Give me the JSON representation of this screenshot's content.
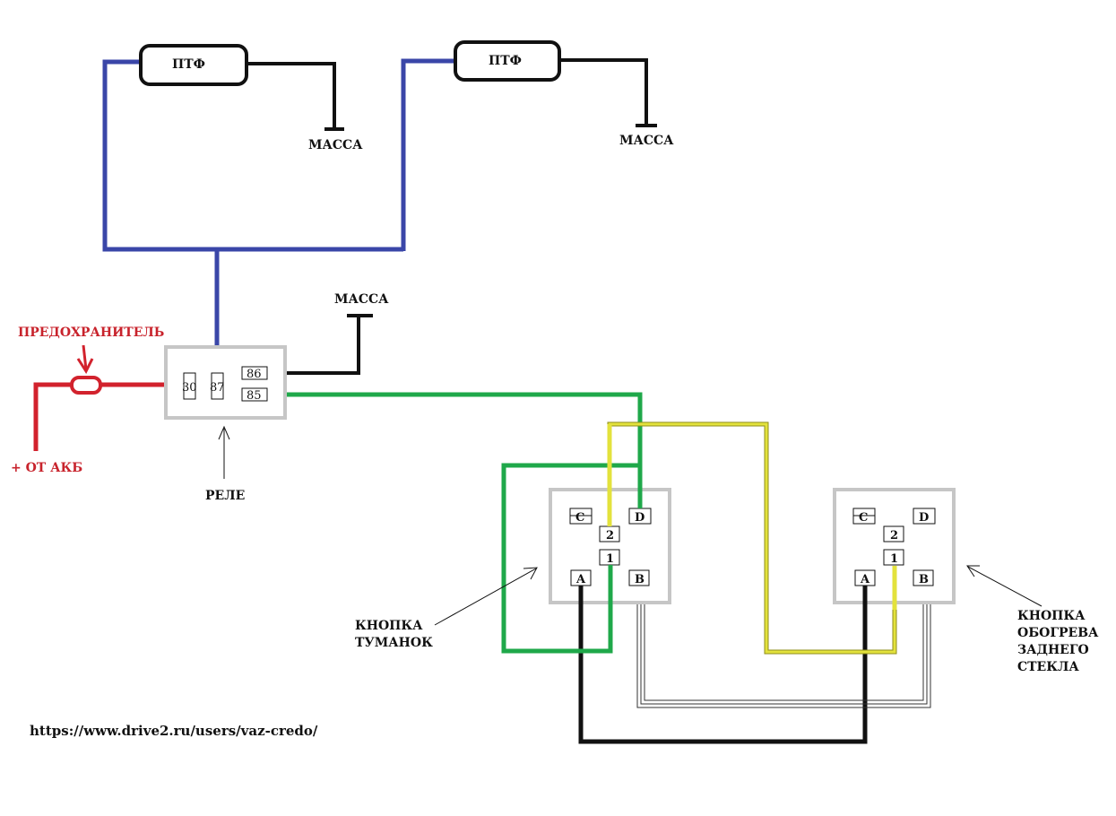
{
  "labels": {
    "lamp_left": "ПТФ",
    "lamp_right": "ПТФ",
    "ground_left": "МАССА",
    "ground_right": "МАССА",
    "ground_relay": "МАССА",
    "fuse": "ПРЕДОХРАНИТЕЛЬ",
    "battery": "+ ОТ АКБ",
    "relay": "РЕЛЕ",
    "fog_button_line1": "КНОПКА",
    "fog_button_line2": "ТУМАНОК",
    "rear_button_line1": "КНОПКА",
    "rear_button_line2": "ОБОГРЕВА",
    "rear_button_line3": "ЗАДНЕГО",
    "rear_button_line4": "СТЕКЛА",
    "url": "https://www.drive2.ru/users/vaz-credo/"
  },
  "relay_pins": {
    "p30": "30",
    "p87": "87",
    "p86": "86",
    "p85": "85"
  },
  "button_pins": {
    "c": "C",
    "d": "D",
    "two": "2",
    "one": "1",
    "a": "A",
    "b": "B"
  },
  "colors": {
    "blue": "#3a46a8",
    "red": "#d2222d",
    "green": "#1fa84a",
    "yellow": "#e3e23c",
    "black": "#111111",
    "box_gray": "#c6c6c6",
    "label_red": "#c8232c"
  }
}
